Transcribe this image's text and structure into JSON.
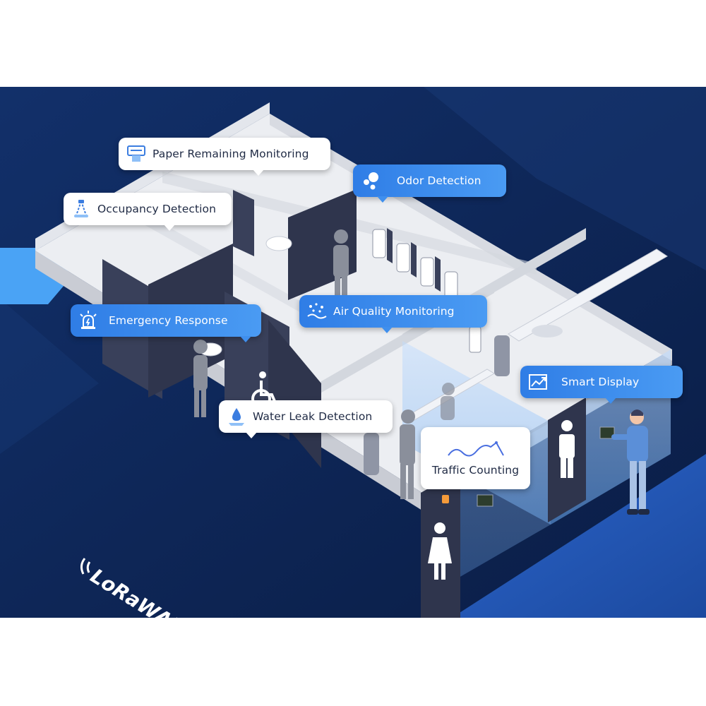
{
  "labels": {
    "paper": "Paper Remaining Monitoring",
    "occupancy": "Occupancy Detection",
    "odor": "Odor Detection",
    "emergency": "Emergency Response",
    "air_quality": "Air Quality Monitoring",
    "water_leak": "Water Leak Detection",
    "traffic": "Traffic Counting",
    "smart_display": "Smart Display"
  },
  "logo": {
    "text": "LoRaWAN",
    "mark": "®"
  },
  "icons": {
    "paper": "paper-towel-dispenser-icon",
    "occupancy": "occupancy-sensor-icon",
    "odor": "bubbles-icon",
    "emergency": "alarm-siren-icon",
    "air_quality": "air-particles-icon",
    "water_leak": "water-drop-icon",
    "traffic": "line-graph-icon",
    "smart_display": "trend-chart-icon",
    "male": "male-figure-icon",
    "female": "female-figure-icon",
    "wheelchair": "wheelchair-icon",
    "wireless": "wireless-signal-icon"
  },
  "colors": {
    "background": "#0d2453",
    "accent": "#3f8fee",
    "label_text": "#1f2a44",
    "floor": "#eceef2",
    "partition": "#39405a"
  }
}
